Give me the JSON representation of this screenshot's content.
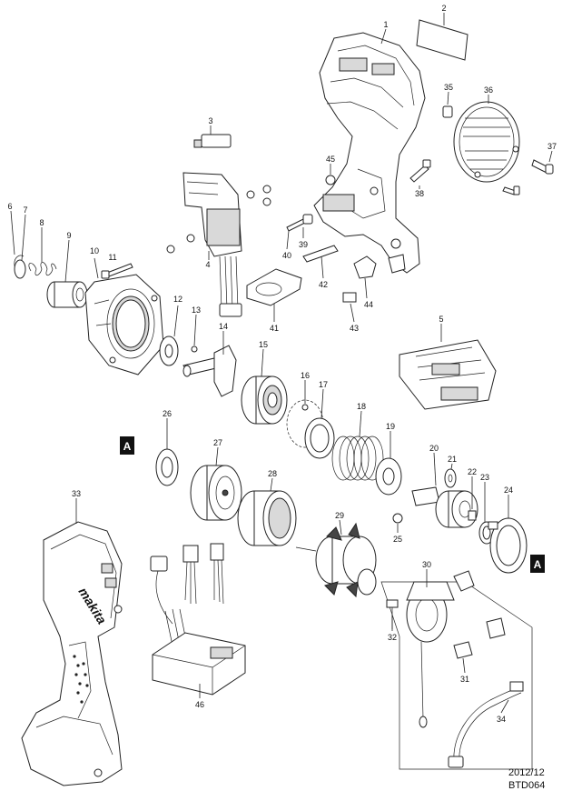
{
  "part_labels": {
    "p1": "1",
    "p2": "2",
    "p3": "3",
    "p4": "4",
    "p5": "5",
    "p6": "6",
    "p7": "7",
    "p8": "8",
    "p9": "9",
    "p10": "10",
    "p11": "11",
    "p12": "12",
    "p13": "13",
    "p14": "14",
    "p15": "15",
    "p16": "16",
    "p17": "17",
    "p18": "18",
    "p19": "19",
    "p20": "20",
    "p21": "21",
    "p22": "22",
    "p23": "23",
    "p24": "24",
    "p25": "25",
    "p26": "26",
    "p27": "27",
    "p28": "28",
    "p29": "29",
    "p30": "30",
    "p31": "31",
    "p32": "32",
    "p33": "33",
    "p34": "34",
    "p35": "35",
    "p36": "36",
    "p37": "37",
    "p38": "38",
    "p39": "39",
    "p40": "40",
    "p41": "41",
    "p42": "42",
    "p43": "43",
    "p44": "44",
    "p45": "45",
    "p46": "46"
  },
  "markers": {
    "left": "A",
    "right": "A"
  },
  "housing_brand": "makita",
  "footer": {
    "date": "2012/12",
    "code": "BTD064"
  }
}
